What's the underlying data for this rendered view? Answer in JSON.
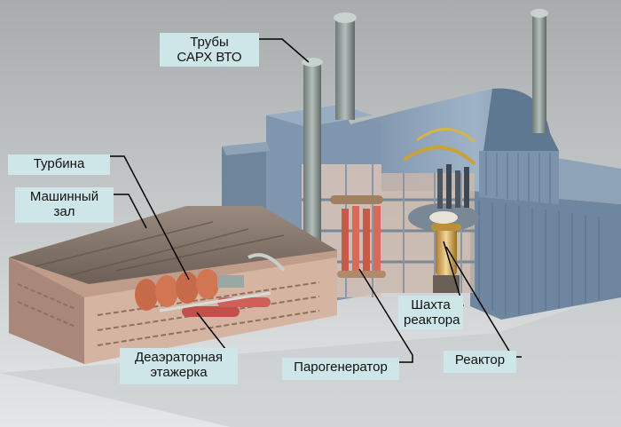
{
  "labels": {
    "pipes": "Трубы\nСАРХ ВТО",
    "turbine": "Турбина",
    "machine_hall": "Машинный\nзал",
    "deaerator": "Деаэраторная\nэтажерка",
    "steam_generator": "Парогенератор",
    "reactor_shaft": "Шахта\nреактора",
    "reactor": "Реактор"
  }
}
